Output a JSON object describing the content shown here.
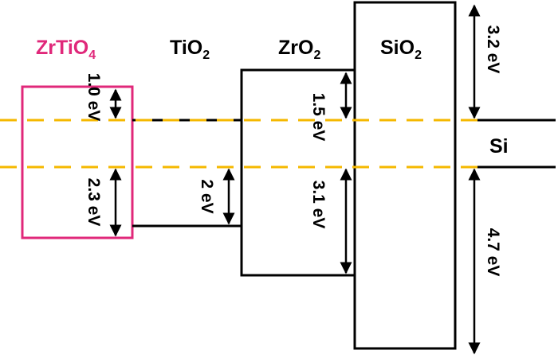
{
  "materials": {
    "zrtio4": {
      "base": "ZrTiO",
      "subscript": "4"
    },
    "tio2": {
      "base": "TiO",
      "subscript": "2"
    },
    "zro2": {
      "base": "ZrO",
      "subscript": "2"
    },
    "sio2": {
      "base": "SiO",
      "subscript": "2"
    },
    "si": "Si"
  },
  "offsets": {
    "zrtio4_cb": "1.0 eV",
    "zrtio4_vb": "2.3 eV",
    "tio2_vb": "2 eV",
    "zro2_cb": "1.5 eV",
    "zro2_vb": "3.1 eV",
    "sio2_cb": "3.2 eV",
    "sio2_vb": "4.7 eV"
  },
  "colors": {
    "zrtio4": "#e0287a",
    "fermi_dash": "#f5b800",
    "line": "#000000"
  }
}
